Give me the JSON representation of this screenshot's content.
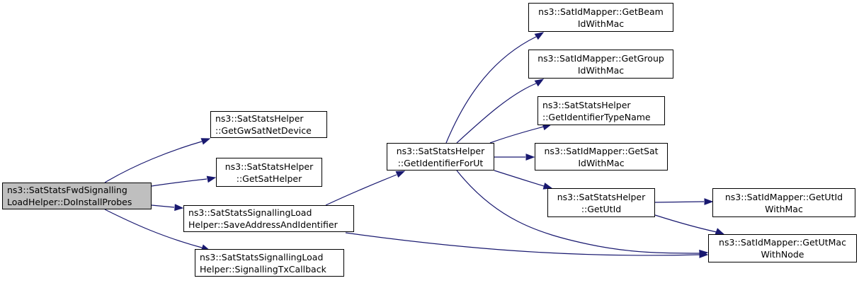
{
  "colors": {
    "edge": "#191970",
    "border": "#000000",
    "root_fill": "#bfbfbf",
    "node_fill": "#ffffff"
  },
  "nodes": [
    {
      "id": "root",
      "lines": [
        "ns3::SatStatsFwdSignalling",
        "LoadHelper::DoInstallProbes"
      ]
    },
    {
      "id": "getgwsatnetdevice",
      "lines": [
        "ns3::SatStatsHelper",
        "::GetGwSatNetDevice"
      ]
    },
    {
      "id": "getsathelper",
      "lines": [
        "ns3::SatStatsHelper",
        "::GetSatHelper"
      ]
    },
    {
      "id": "saveaddressandidentifier",
      "lines": [
        "ns3::SatStatsSignallingLoad",
        "Helper::SaveAddressAndIdentifier"
      ]
    },
    {
      "id": "signallingtxcallback",
      "lines": [
        "ns3::SatStatsSignallingLoad",
        "Helper::SignallingTxCallback"
      ]
    },
    {
      "id": "getidentifierforut",
      "lines": [
        "ns3::SatStatsHelper",
        "::GetIdentifierForUt"
      ]
    },
    {
      "id": "getbeamidwithmac",
      "lines": [
        "ns3::SatIdMapper::GetBeam",
        "IdWithMac"
      ]
    },
    {
      "id": "getgroupidwithmac",
      "lines": [
        "ns3::SatIdMapper::GetGroup",
        "IdWithMac"
      ]
    },
    {
      "id": "getidentifiertypename",
      "lines": [
        "ns3::SatStatsHelper",
        "::GetIdentifierTypeName"
      ]
    },
    {
      "id": "getsatidwithmac",
      "lines": [
        "ns3::SatIdMapper::GetSat",
        "IdWithMac"
      ]
    },
    {
      "id": "getutid",
      "lines": [
        "ns3::SatStatsHelper",
        "::GetUtId"
      ]
    },
    {
      "id": "getutidwithmac",
      "lines": [
        "ns3::SatIdMapper::GetUtId",
        "WithMac"
      ]
    },
    {
      "id": "getutmacwithnode",
      "lines": [
        "ns3::SatIdMapper::GetUtMac",
        "WithNode"
      ]
    }
  ],
  "edges": [
    [
      "root",
      "getgwsatnetdevice"
    ],
    [
      "root",
      "getsathelper"
    ],
    [
      "root",
      "saveaddressandidentifier"
    ],
    [
      "root",
      "signallingtxcallback"
    ],
    [
      "saveaddressandidentifier",
      "getidentifierforut"
    ],
    [
      "saveaddressandidentifier",
      "getutmacwithnode"
    ],
    [
      "getidentifierforut",
      "getbeamidwithmac"
    ],
    [
      "getidentifierforut",
      "getgroupidwithmac"
    ],
    [
      "getidentifierforut",
      "getidentifiertypename"
    ],
    [
      "getidentifierforut",
      "getsatidwithmac"
    ],
    [
      "getidentifierforut",
      "getutid"
    ],
    [
      "getidentifierforut",
      "getutmacwithnode"
    ],
    [
      "getutid",
      "getutidwithmac"
    ],
    [
      "getutid",
      "getutmacwithnode"
    ]
  ]
}
